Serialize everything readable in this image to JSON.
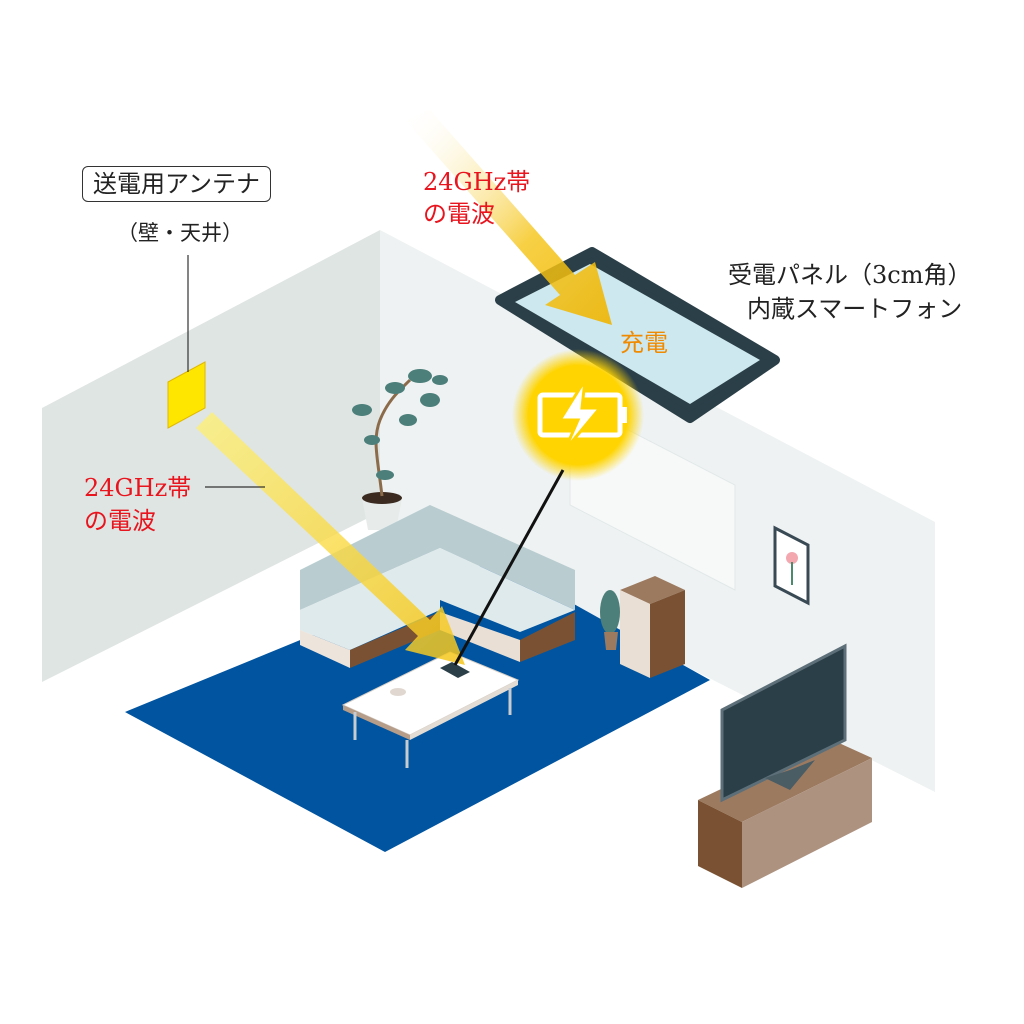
{
  "labels": {
    "antenna_title": "送電用アンテナ",
    "antenna_location": "（壁・天井）",
    "wave_left_line1": "24GHz帯",
    "wave_left_line2": "の電波",
    "wave_top_line1": "24GHz帯",
    "wave_top_line2": "の電波",
    "receiver_line1": "受電パネル（3cm角）",
    "receiver_line2": "内蔵スマートフォン",
    "charging": "充電"
  },
  "colors": {
    "wave_red": "#e8141e",
    "charging_orange": "#f08a00",
    "beam_yellow": "#f5c518",
    "rug_blue": "#0054a0"
  }
}
